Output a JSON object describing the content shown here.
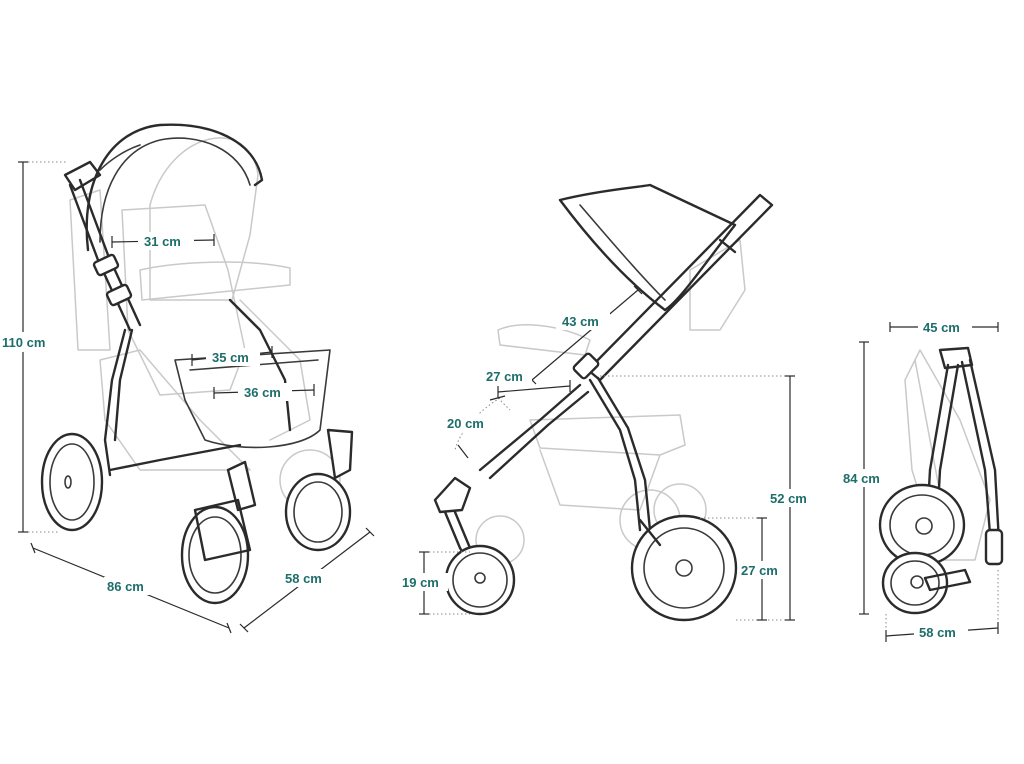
{
  "colors": {
    "dimension_text": "#1d6e6a",
    "line": "#2b2b2b",
    "ghost": "#c9c9c9"
  },
  "labels": {
    "height_total": "110 cm",
    "seat_width": "31 cm",
    "seat_depth": "35 cm",
    "footrest": "36 cm",
    "length": "86 cm",
    "width": "58 cm",
    "backrest": "43 cm",
    "seat_to_handle": "27 cm",
    "armrest": "20 cm",
    "front_wheel": "19 cm",
    "seat_height": "52 cm",
    "rear_wheel": "27 cm",
    "folded_width": "45 cm",
    "folded_height": "84 cm",
    "folded_depth": "58 cm"
  }
}
